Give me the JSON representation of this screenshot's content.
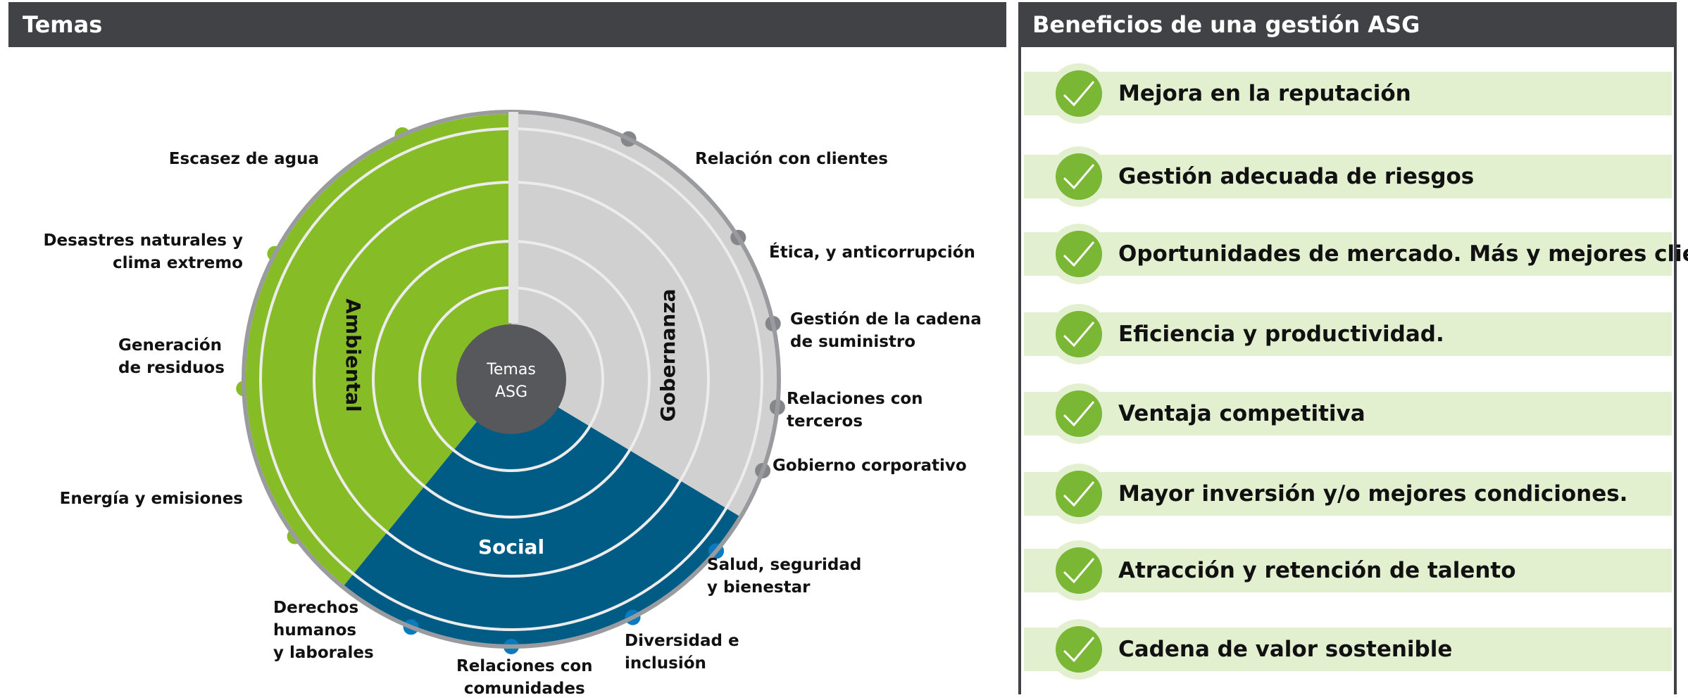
{
  "left_panel": {
    "title": "Temas"
  },
  "right_panel": {
    "title": "Beneficios de una gestión ASG"
  },
  "wheel": {
    "center": [
      "Temas",
      "ASG"
    ],
    "sectors": [
      {
        "name": "Ambiental",
        "color": "#86bc25"
      },
      {
        "name": "Gobernanza",
        "color": "#d0d0d0"
      },
      {
        "name": "Social",
        "color": "#005b85"
      }
    ],
    "ambiental_topics": [
      [
        "Escasez de agua"
      ],
      [
        "Desastres naturales y",
        "clima extremo"
      ],
      [
        "Generación",
        "de residuos"
      ],
      [
        "Energía y emisiones"
      ]
    ],
    "gobernanza_topics": [
      [
        "Relación con clientes"
      ],
      [
        "Ética, y anticorrupción"
      ],
      [
        "Gestión de la cadena",
        "de suministro"
      ],
      [
        "Relaciones con",
        "terceros"
      ],
      [
        "Gobierno corporativo"
      ]
    ],
    "social_topics": [
      [
        "Salud, seguridad",
        "y bienestar"
      ],
      [
        "Diversidad e",
        "inclusión"
      ],
      [
        "Relaciones con",
        "comunidades"
      ],
      [
        "Derechos",
        "humanos",
        "y laborales"
      ]
    ]
  },
  "benefits": [
    "Mejora en la reputación",
    "Gestión adecuada de riesgos",
    "Oportunidades de mercado. Más y mejores clientes",
    "Eficiencia y productividad.",
    "Ventaja competitiva",
    "Mayor inversión y/o mejores condiciones.",
    "Atracción y retención de talento",
    "Cadena de valor sostenible"
  ],
  "colors": {
    "header_bg": "#414246",
    "ambiental": "#86bc25",
    "gobernanza": "#d0d0d0",
    "social": "#005b85",
    "center": "#57585c",
    "benefit_band": "#e2f0d0",
    "check": "#7ab734"
  }
}
